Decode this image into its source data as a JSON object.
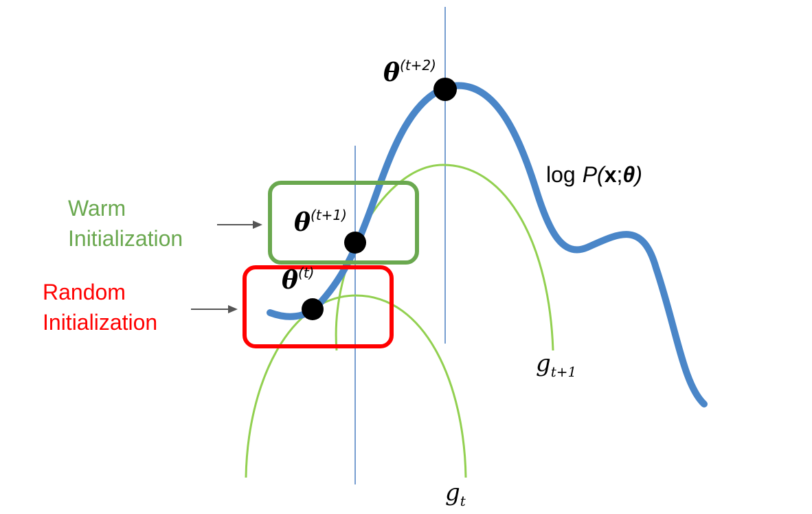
{
  "colors": {
    "curve": "#4a86c8",
    "surrogate": "#92d050",
    "vline": "#4a7fc1",
    "warm": "#6aa84f",
    "random": "#ff0000",
    "arrow": "#555555",
    "point": "#000000"
  },
  "labels": {
    "warm_line1": "Warm",
    "warm_line2": "Initialization",
    "random_line1": "Random",
    "random_line2": "Initialization",
    "log": "log",
    "P": "P(",
    "x": "x",
    "semicolon": ";",
    "theta_arg": "θ",
    "close": ")",
    "theta": "θ",
    "sup_t": "(t)",
    "sup_t1": "(t+1)",
    "sup_t2": "(t+2)",
    "g": "g",
    "sub_t": "t",
    "sub_t1": "t+1"
  }
}
